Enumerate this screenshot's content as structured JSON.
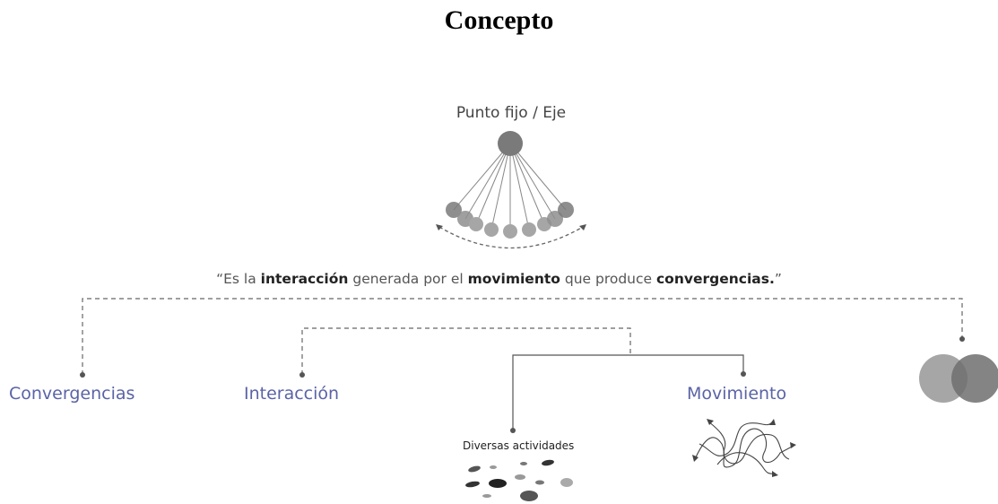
{
  "title": "Concepto",
  "pivot_label": "Punto fijo / Eje",
  "quote": {
    "open": "“Es la ",
    "word1": "interacción",
    "mid1": " generada por el ",
    "word2": "movimiento",
    "mid2": " que produce ",
    "word3": "convergencias.",
    "close": "”"
  },
  "branches": {
    "convergencias": "Convergencias",
    "interaccion": "Interacción",
    "movimiento": "Movimiento",
    "actividades": "Diversas actividades"
  },
  "colors": {
    "label": "#5a63a6",
    "line": "#666666",
    "circle_dark": "#6e6e6e",
    "circle_light": "#a6a6a6"
  }
}
